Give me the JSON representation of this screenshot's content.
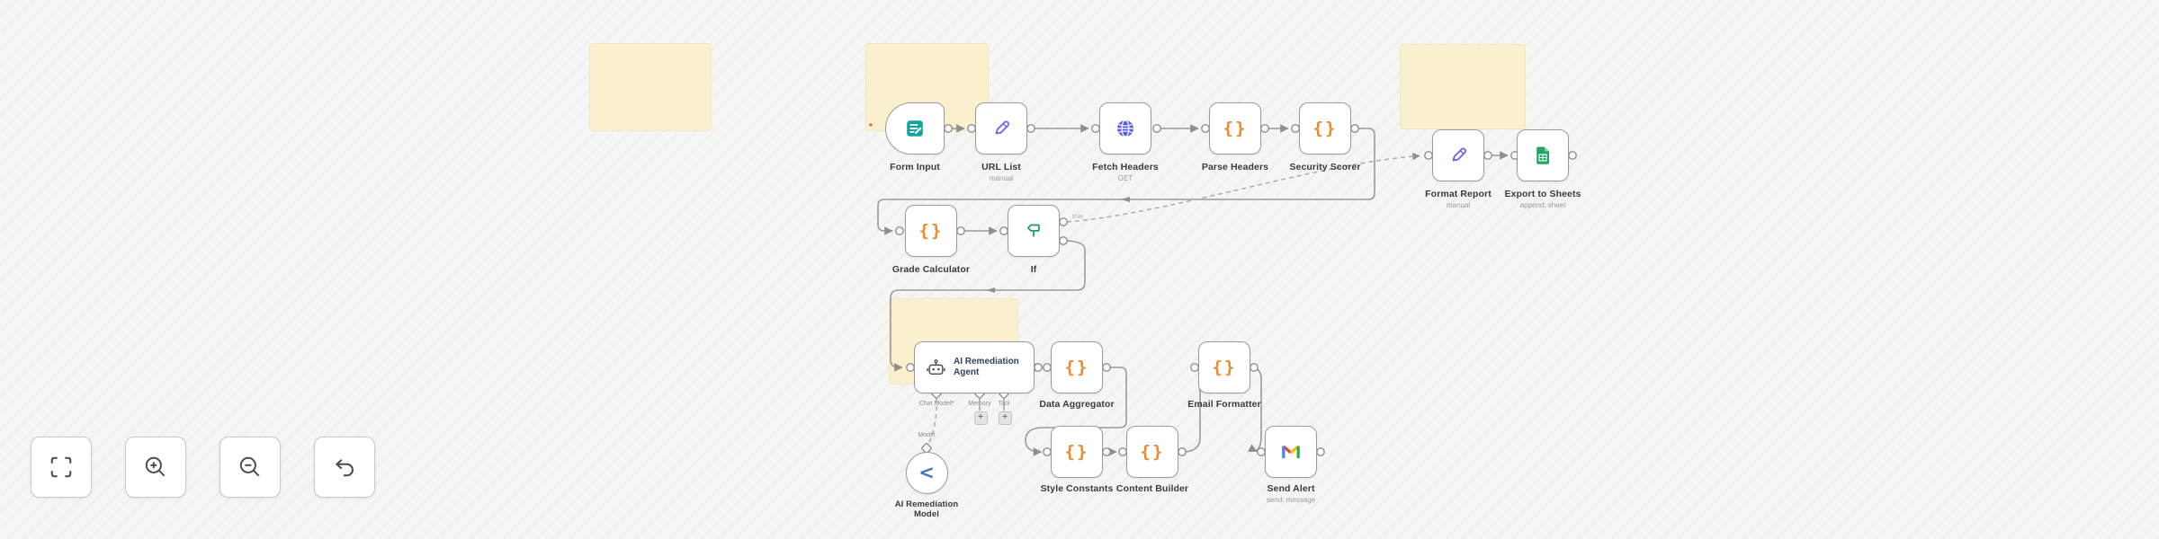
{
  "canvas": {
    "background": "#f5f5f3",
    "sticky_color": "#fbf0cd"
  },
  "icons": {
    "code_braces": "{}",
    "model_chevron": "<",
    "required_asterisk": "*",
    "trigger_issue_marker": "*",
    "plus": "+"
  },
  "sticky_notes": [
    {
      "text": ""
    },
    {
      "text": ""
    },
    {
      "text": ""
    },
    {
      "text": ""
    }
  ],
  "nodes": {
    "form_input": {
      "label": "Form Input",
      "sublabel": ""
    },
    "url_list": {
      "label": "URL List",
      "sublabel": "manual"
    },
    "fetch_headers": {
      "label": "Fetch Headers",
      "sublabel": "GET"
    },
    "parse_headers": {
      "label": "Parse Headers",
      "sublabel": ""
    },
    "security_scorer": {
      "label": "Security Scorer",
      "sublabel": ""
    },
    "format_report": {
      "label": "Format Report",
      "sublabel": "manual"
    },
    "export_sheets": {
      "label": "Export to Sheets",
      "sublabel": "append: sheet"
    },
    "grade_calculator": {
      "label": "Grade Calculator",
      "sublabel": ""
    },
    "if_node": {
      "label": "If",
      "true_label": "true"
    },
    "ai_agent": {
      "label": "AI Remediation Agent",
      "ports": {
        "chat_model": "Chat Model",
        "memory": "Memory",
        "tool": "Tool"
      }
    },
    "data_aggregator": {
      "label": "Data Aggregator"
    },
    "email_formatter": {
      "label": "Email Formatter"
    },
    "style_constants": {
      "label": "Style Constants"
    },
    "content_builder": {
      "label": "Content Builder"
    },
    "send_alert": {
      "label": "Send Alert",
      "sublabel": "send: message"
    },
    "ai_model": {
      "label": "AI Remediation Model",
      "port_label": "Model"
    }
  },
  "controls": {
    "fit": "fit-view",
    "zoom_in": "zoom-in",
    "zoom_out": "zoom-out",
    "undo": "undo"
  }
}
